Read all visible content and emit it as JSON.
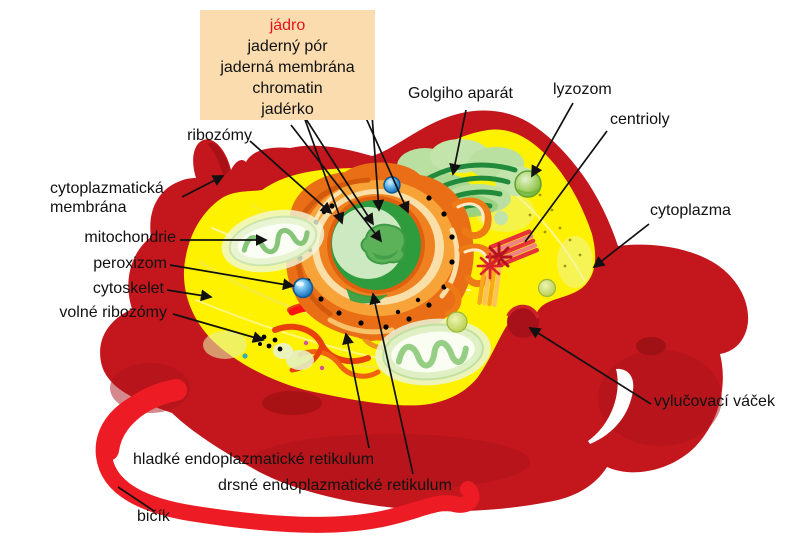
{
  "nucleus_box": {
    "items": [
      {
        "id": "jadro",
        "text": "jádro",
        "accent": true
      },
      {
        "id": "jaderny-por",
        "text": "jaderný pór",
        "accent": false
      },
      {
        "id": "jaderna-membrana",
        "text": "jaderná membrána",
        "accent": false
      },
      {
        "id": "chromatin",
        "text": "chromatin",
        "accent": false
      },
      {
        "id": "jaderko",
        "text": "jadérko",
        "accent": false
      }
    ]
  },
  "labels": {
    "ribozomy": "ribozómy",
    "golgi": "Golgiho aparát",
    "lyzozom": "lyzozom",
    "centrioly": "centrioly",
    "cytoplazmaticka_membrana": "cytoplazmatická membrána",
    "mitochondrie": "mitochondrie",
    "peroxizom": "peroxizom",
    "cytoskelet": "cytoskelet",
    "volne_ribozomy": "volné ribozómy",
    "cytoplazma": "cytoplazma",
    "vylucovaci_vacek": "vylučovací váček",
    "hladke_er": "hladké endoplazmatické retikulum",
    "drsne_er": "drsné endoplazmatické retikulum",
    "bicik": "bičík"
  },
  "colors": {
    "membrane_red": "#c3161d",
    "membrane_dark": "#a8131a",
    "flagellum_red": "#ed1c24",
    "cytoplasm_yellow": "#fff200",
    "rough_er_orange": "#e96e15",
    "nucleoplasm_green": "#cde9c2",
    "chromatin_green": "#2e9b3d",
    "nucleolus_green": "#5cb259",
    "golgi_green": "#218b3b",
    "label_box_bg": "#fadcae",
    "accent_label_red": "#e8131a",
    "line_black": "#111111"
  }
}
